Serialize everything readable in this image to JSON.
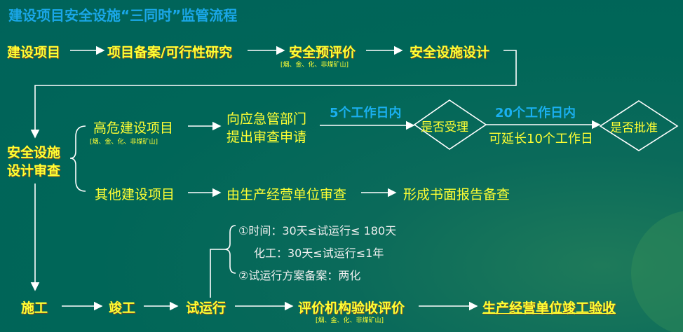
{
  "title": "建设项目安全设施“三同时”监管流程",
  "row1": {
    "n1": "建设项目",
    "n2": "项目备案/可行性研究",
    "n3": "安全预评价",
    "n3_sub": "[烟、金、化、非煤矿山]",
    "n4": "安全设施设计"
  },
  "review": {
    "line1": "安全设施",
    "line2": "设计审查"
  },
  "high": {
    "label": "高危建设项目",
    "sub": "[烟、金、化、非煤矿山]",
    "submit1": "向应急管部门",
    "submit2": "提出审查申请",
    "days5": "5个工作日内",
    "accept": "是否受理",
    "days20": "20个工作日内",
    "extend": "可延长10个工作日",
    "approve": "是否批准"
  },
  "other": {
    "label": "其他建设项目",
    "review": "由生产经营单位审查",
    "report": "形成书面报告备查"
  },
  "trial": {
    "l1": "①时间：30天≤试运行≤ 180天",
    "l2": "化工：30天≤试运行≤1年",
    "l3": "②试运行方案备案：两化"
  },
  "bottom": {
    "n1": "施工",
    "n2": "竣工",
    "n3": "试运行",
    "n4": "评价机构验收评价",
    "n4_sub": "[烟、金、化、非煤矿山]",
    "n5": "生产经营单位竣工验收"
  }
}
